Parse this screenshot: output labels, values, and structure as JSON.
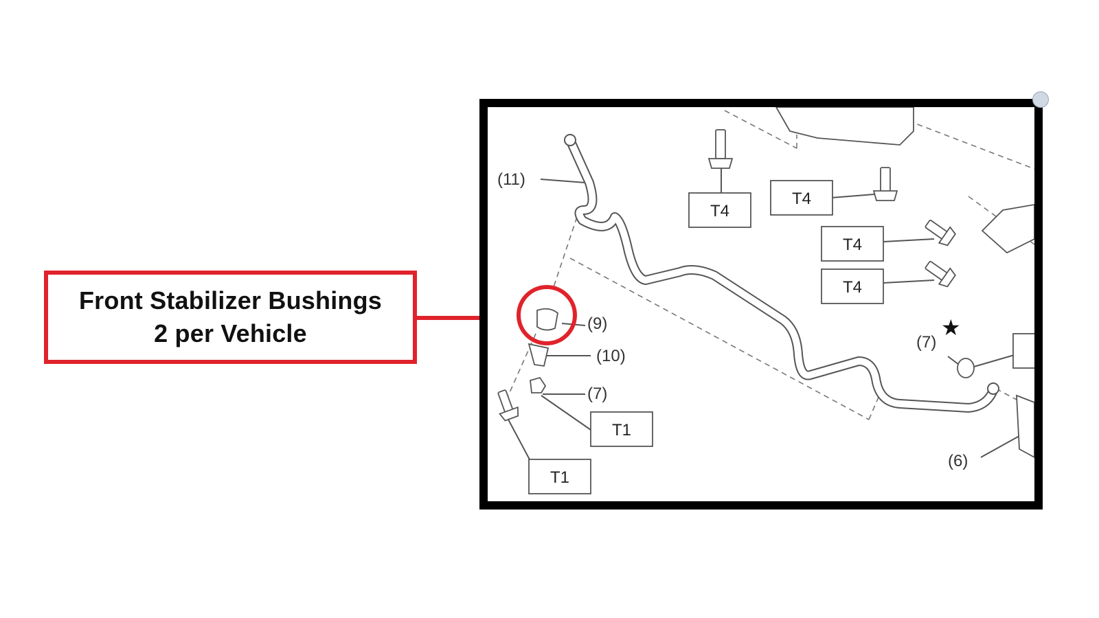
{
  "callout": {
    "line1": "Front Stabilizer Bushings",
    "line2": "2 per Vehicle"
  },
  "diagram": {
    "part_labels": {
      "p11": "(11)",
      "p9": "(9)",
      "p10": "(10)",
      "p7_left": "(7)",
      "p7_right": "(7)",
      "p6": "(6)"
    },
    "torque_labels": {
      "t4_a": "T4",
      "t4_b": "T4",
      "t4_c": "T4",
      "t4_d": "T4",
      "t1_a": "T1",
      "t1_b": "T1"
    },
    "star_symbol": "★"
  },
  "colors": {
    "highlight": "#e0232b",
    "frame": "#000000",
    "line_art": "#444444"
  }
}
